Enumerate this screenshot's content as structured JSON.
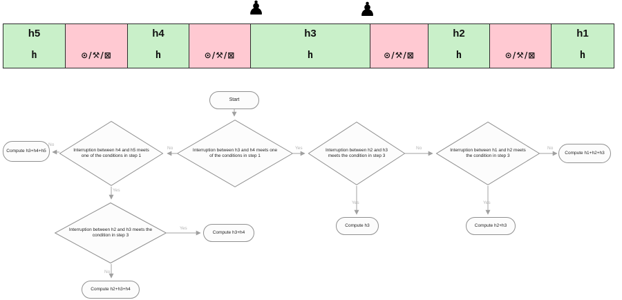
{
  "bar": {
    "cells": [
      {
        "label": "h5"
      },
      {
        "label": ""
      },
      {
        "label": "h4"
      },
      {
        "label": ""
      },
      {
        "label": "h3"
      },
      {
        "label": ""
      },
      {
        "label": "h2"
      },
      {
        "label": ""
      },
      {
        "label": "h1"
      }
    ],
    "glyphs": {
      "heading": "h",
      "conditions": "⊙/⚒/⊠",
      "marker": "♟"
    },
    "colors": {
      "green": "#c9f0c9",
      "pink": "#ffc9d2",
      "border": "#2b2b2b"
    }
  },
  "flow": {
    "start_label": "Start",
    "decisions": {
      "h4h5": "Interruption between  h4 and h5 meets one of the conditions in step 1",
      "h3h4": "Interruption between h3 and h4 meets one of the conditions in step 1",
      "h2h3_step3": "Interruption between h2 and h3 meets the condition in step 3",
      "h1h2_step3": "Interruption between h1 and h2 meets the condition in step 3",
      "h2h3_step3_lower": "Interruption between h2 and h3 meets the condition in step 3"
    },
    "terminals": {
      "compute_h3h4h5": "Compute h3+h4+h5",
      "compute_h1h2h3": "Compute  h1+h2+h3",
      "compute_h3": "Compute h3",
      "compute_h2h3": "Compute h2+h3",
      "compute_h3h4": "Compute h3+h4",
      "compute_h2h3h4": "Compute  h2+h3+h4"
    },
    "labels": {
      "yes": "Yes",
      "no": "No"
    }
  }
}
